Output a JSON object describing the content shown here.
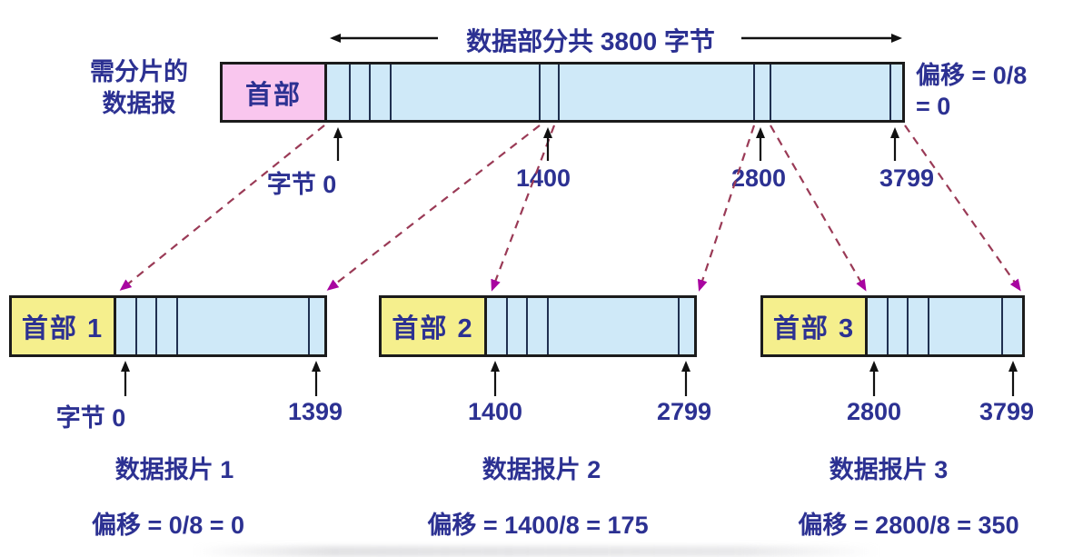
{
  "diagram_title_implicit": "IP datagram fragmentation",
  "colors": {
    "header_pink": "#f9c6ee",
    "data_blue": "#cfe9f8",
    "fragment_header_yellow": "#f5ef8d",
    "text_navy": "#2c3192",
    "dashed_line_maroon": "#9a3a56",
    "dashed_arrowhead_magenta": "#a805a0",
    "black_line": "#111111"
  },
  "top": {
    "left_label_line1": "需分片的",
    "left_label_line2": "数据报",
    "span_label": "数据部分共 3800 字节",
    "header_label": "首部",
    "offset_label_line1": "偏移 = 0/8",
    "offset_label_line2": "= 0",
    "byte_marks": [
      "字节 0",
      "1400",
      "2800",
      "3799"
    ]
  },
  "fragments": [
    {
      "header_label": "首部 1",
      "start_label": "字节 0",
      "end_label": "1399",
      "name_label": "数据报片 1",
      "offset_label": "偏移 = 0/8 = 0"
    },
    {
      "header_label": "首部 2",
      "start_label": "1400",
      "end_label": "2799",
      "name_label": "数据报片 2",
      "offset_label": "偏移 = 1400/8 = 175"
    },
    {
      "header_label": "首部 3",
      "start_label": "2800",
      "end_label": "3799",
      "name_label": "数据报片 3",
      "offset_label": "偏移 = 2800/8 = 350"
    }
  ]
}
